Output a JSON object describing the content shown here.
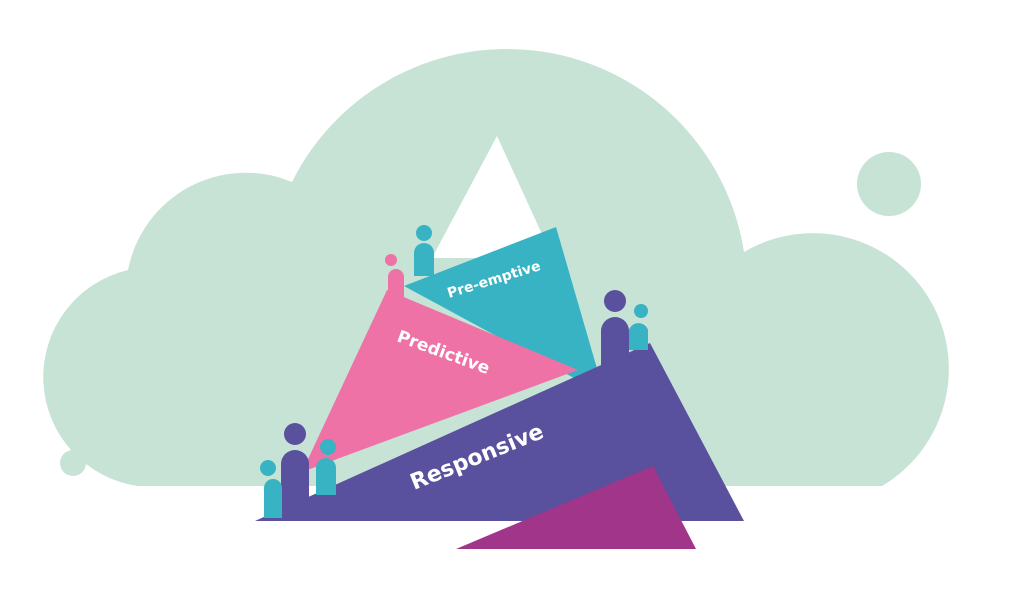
{
  "colors": {
    "background": "#ffffff",
    "cloud": "#c7e3d6",
    "summit": "#ffffff",
    "pre_emptive": "#38b3c3",
    "predictive": "#ee72a6",
    "responsive": "#59509e",
    "base_accent": "#a0358a",
    "person_teal": "#38b3c3",
    "person_purple": "#59509e",
    "person_pink": "#ee72a6"
  },
  "tiers": {
    "pre_emptive": {
      "label": "Pre-emptive"
    },
    "predictive": {
      "label": "Predictive"
    },
    "responsive": {
      "label": "Responsive"
    }
  },
  "icons": [
    "person-icon",
    "cloud-shape",
    "mountain-summit"
  ]
}
